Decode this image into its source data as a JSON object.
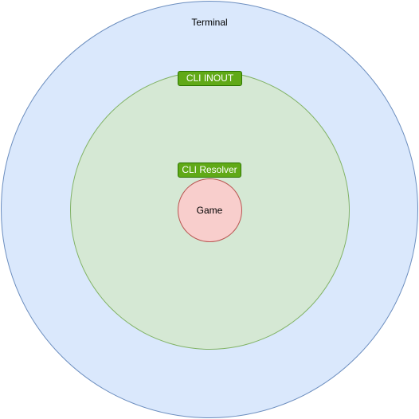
{
  "diagram": {
    "layers": [
      {
        "label": "Terminal",
        "fill": "#dae8fc",
        "stroke": "#6c8ebf"
      },
      {
        "label": "CLI INOUT",
        "fill": "#d5e8d4",
        "stroke": "#82b366"
      },
      {
        "label": "CLI Resolver"
      },
      {
        "label": "Game",
        "fill": "#f8cecc",
        "stroke": "#b85450"
      }
    ],
    "tag_color": "#60a917",
    "tag_border_color": "#2d7600"
  }
}
